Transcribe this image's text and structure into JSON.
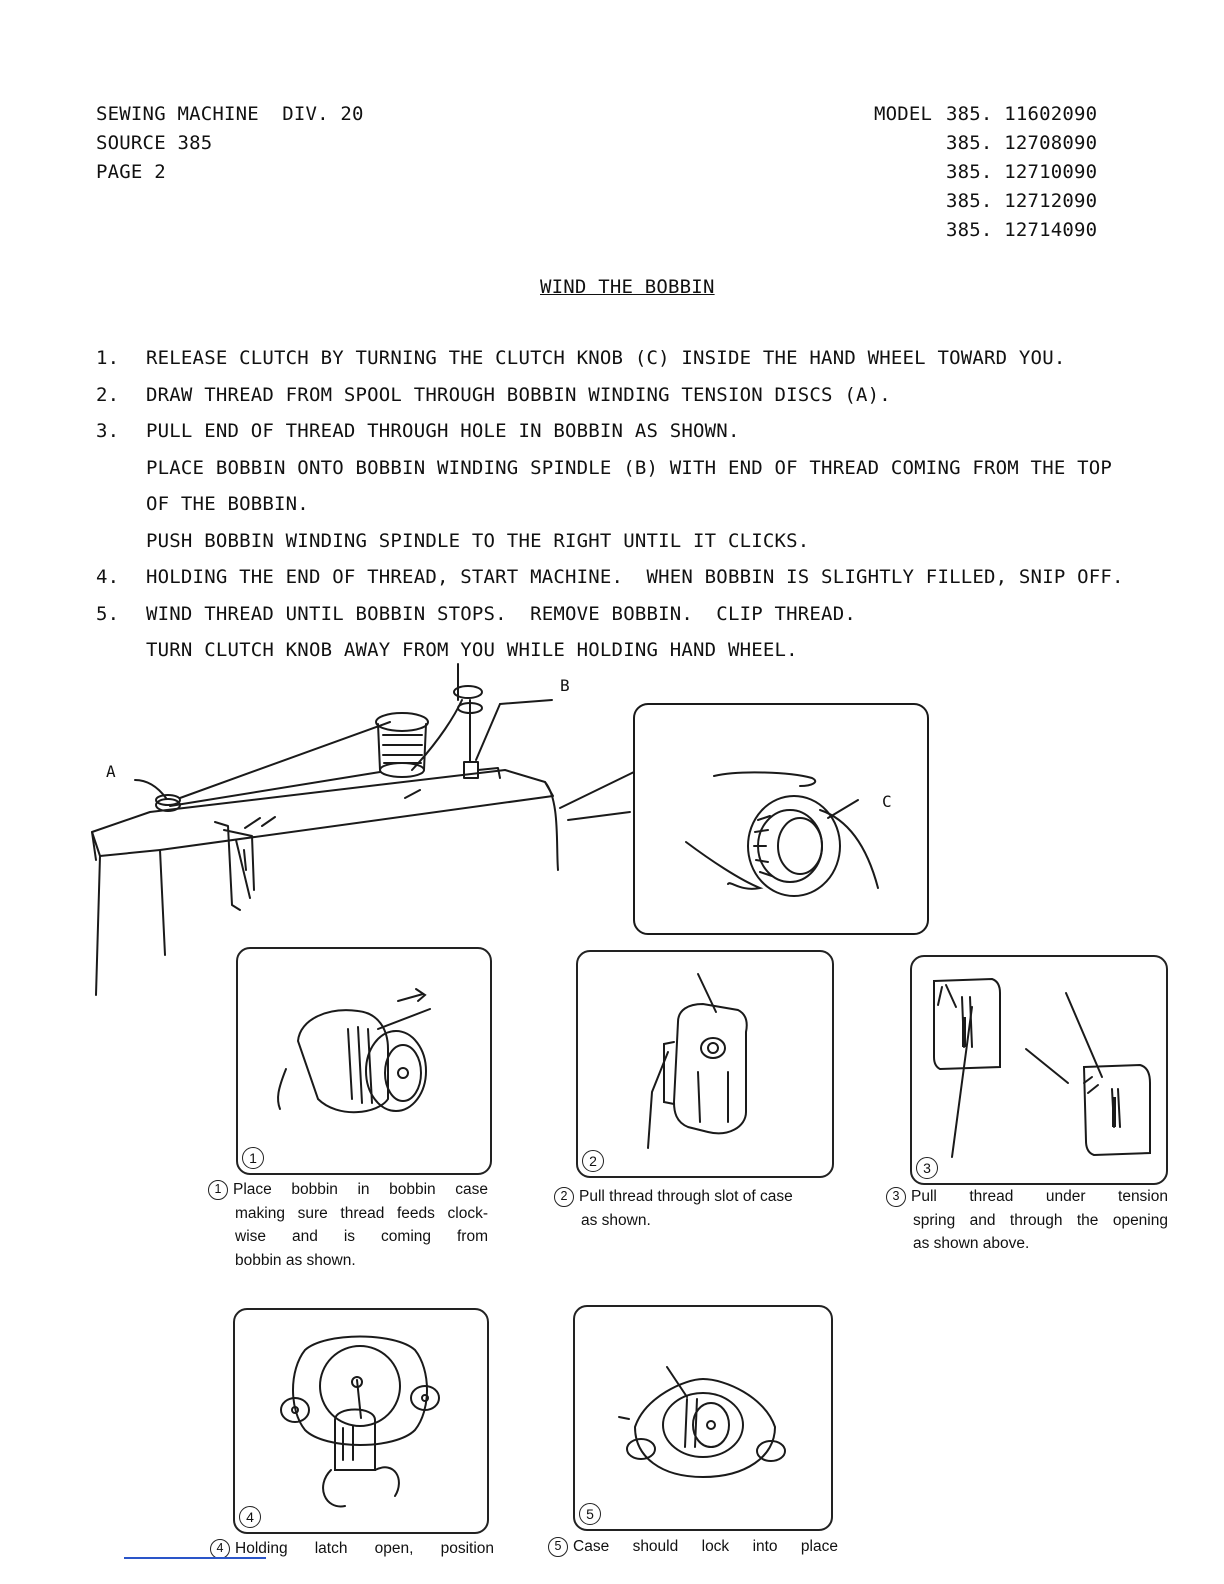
{
  "header": {
    "left": [
      "SEWING MACHINE  DIV. 20",
      "SOURCE 385",
      "PAGE 2"
    ],
    "model_label": "MODEL",
    "models": [
      "385. 11602090",
      "385. 12708090",
      "385. 12710090",
      "385. 12712090",
      "385. 12714090"
    ]
  },
  "title": "WIND THE BOBBIN",
  "steps": [
    {
      "num": "1.",
      "lines": [
        "RELEASE CLUTCH BY TURNING THE CLUTCH KNOB (C) INSIDE THE HAND WHEEL TOWARD YOU."
      ]
    },
    {
      "num": "2.",
      "lines": [
        "DRAW THREAD FROM SPOOL THROUGH BOBBIN WINDING TENSION DISCS (A)."
      ]
    },
    {
      "num": "3.",
      "lines": [
        "PULL END OF THREAD THROUGH HOLE IN BOBBIN AS SHOWN.",
        "PLACE BOBBIN ONTO BOBBIN WINDING SPINDLE (B) WITH END OF THREAD COMING FROM THE TOP",
        "OF THE BOBBIN.",
        "PUSH BOBBIN WINDING SPINDLE TO THE RIGHT UNTIL IT CLICKS."
      ]
    },
    {
      "num": "4.",
      "lines": [
        "HOLDING THE END OF THREAD, START MACHINE.  WHEN BOBBIN IS SLIGHTLY FILLED, SNIP OFF."
      ]
    },
    {
      "num": "5.",
      "lines": [
        "WIND THREAD UNTIL BOBBIN STOPS.  REMOVE BOBBIN.  CLIP THREAD.",
        "TURN CLUTCH KNOB AWAY FROM YOU WHILE HOLDING HAND WHEEL."
      ]
    }
  ],
  "figure_labels": {
    "a": "A",
    "b": "B",
    "c": "C"
  },
  "panels": [
    {
      "num": "1",
      "caption": [
        "Place bobbin in bobbin case",
        "making sure thread feeds clock-",
        "wise and is coming from",
        "bobbin as shown."
      ]
    },
    {
      "num": "2",
      "caption": [
        "Pull thread through slot of case",
        "as shown."
      ]
    },
    {
      "num": "3",
      "caption": [
        "Pull thread under tension",
        "spring and through the opening",
        "as shown above."
      ]
    },
    {
      "num": "4",
      "caption": [
        "Holding latch open, position"
      ]
    },
    {
      "num": "5",
      "caption": [
        "Case should lock into place"
      ]
    }
  ]
}
